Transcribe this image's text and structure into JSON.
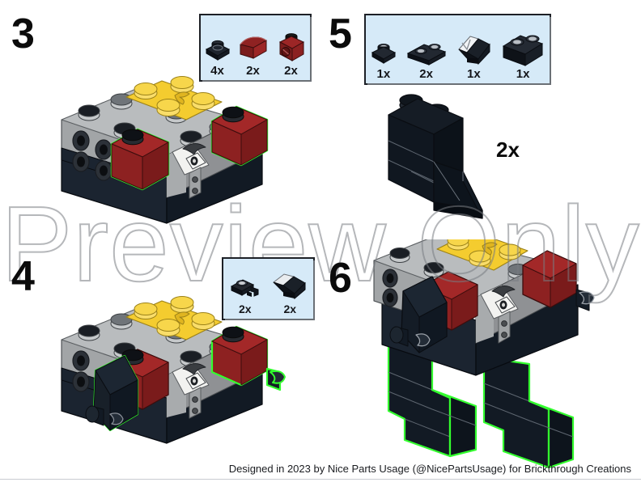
{
  "page": {
    "background": "#ffffff",
    "watermark": "Preview Only",
    "footer": "Designed in 2023 by Nice Parts Usage (@NicePartsUsage) for Brickthrough Creations"
  },
  "colors": {
    "callout_background": "#d6eaf8",
    "callout_border": "#1d2026",
    "highlight_green": "#33ff2e",
    "brick_dark_blue": "#1b2430",
    "brick_black": "#0a0e14",
    "brick_dark_red": "#8a1f1f",
    "brick_yellow": "#f5cd30",
    "brick_light_gray": "#a3a6a8",
    "brick_medium_gray": "#8d8f90",
    "step_number": "#0b0b0b"
  },
  "steps": [
    {
      "number": "3",
      "parts": [
        {
          "qty": "4x",
          "name": "plate-1x1-black"
        },
        {
          "qty": "2x",
          "name": "slope-curved-2x1-dark-red"
        },
        {
          "qty": "2x",
          "name": "brick-1x1-stud-side-dark-red"
        }
      ],
      "multiplier": null
    },
    {
      "number": "4",
      "parts": [
        {
          "qty": "2x",
          "name": "plate-modified-clip-black"
        },
        {
          "qty": "2x",
          "name": "slope-30-2x1-black"
        }
      ],
      "multiplier": null
    },
    {
      "number": "5",
      "parts": [
        {
          "qty": "1x",
          "name": "plate-1x1-black"
        },
        {
          "qty": "2x",
          "name": "plate-1x2-black"
        },
        {
          "qty": "1x",
          "name": "slope-45-2x1-black"
        },
        {
          "qty": "1x",
          "name": "brick-1x2-black"
        }
      ],
      "multiplier": "2x"
    },
    {
      "number": "6",
      "parts": [],
      "multiplier": null
    }
  ]
}
